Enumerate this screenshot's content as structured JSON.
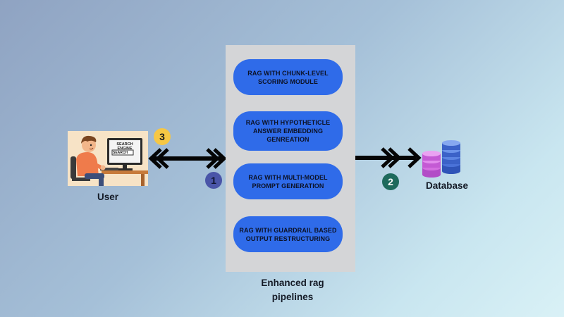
{
  "user": {
    "label": "User",
    "screen_text": "SEARCH ENGINE",
    "search_text": "SEARCH"
  },
  "pipeline": {
    "caption": "Enhanced rag pipelines",
    "items": [
      {
        "line1": "RAG WITH CHUNK-LEVEL",
        "line2": "SCORING MODULE",
        "line3": ""
      },
      {
        "line1": "RAG WITH HYPOTHETICLE",
        "line2": "ANSWER EMBEDDING",
        "line3": "GENREATION"
      },
      {
        "line1": "RAG WITH MULTI-MODEL",
        "line2": "PROMPT GENERATION",
        "line3": ""
      },
      {
        "line1": "RAG WITH GUARDRAIL BASED",
        "line2": "OUTPUT RESTRUCTURING",
        "line3": ""
      }
    ]
  },
  "database": {
    "label": "Database"
  },
  "badges": [
    {
      "number": "1",
      "color": "#4a55a8"
    },
    {
      "number": "2",
      "color": "#1e6a5c"
    },
    {
      "number": "3",
      "color": "#f6c744"
    }
  ]
}
